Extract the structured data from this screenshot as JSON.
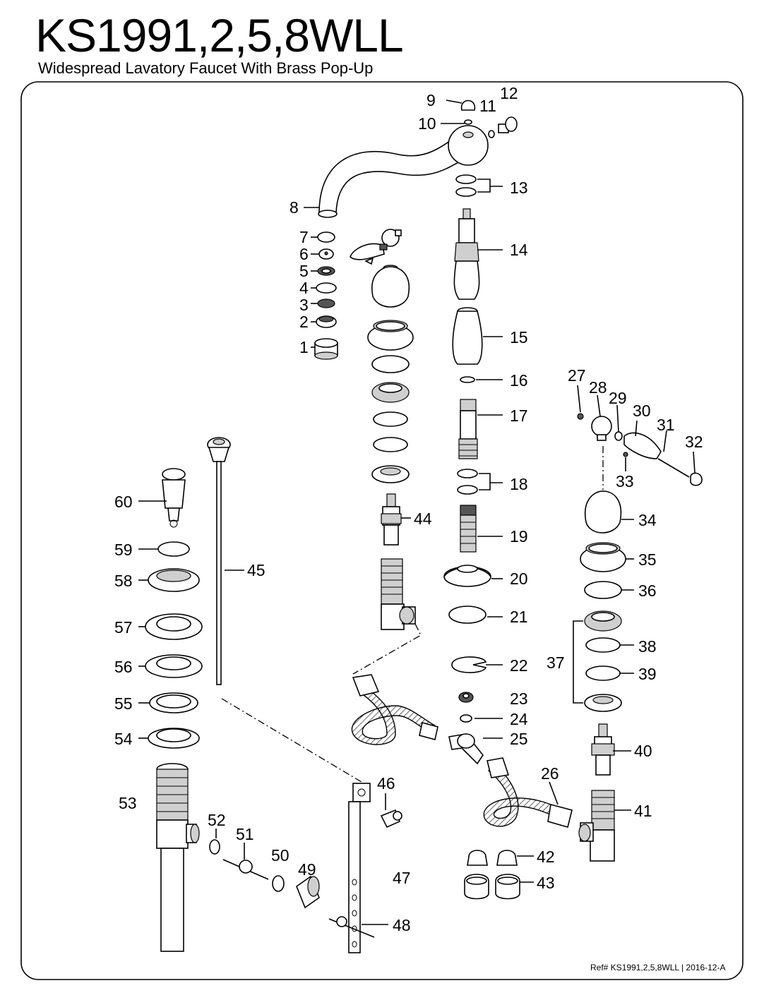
{
  "title": "KS1991,2,5,8WLL",
  "subtitle": "Widespread Lavatory Faucet With Brass Pop-Up",
  "ref_note": "Ref# KS1991,2,5,8WLL | 2016-12-A",
  "part_labels": [
    "1",
    "2",
    "3",
    "4",
    "5",
    "6",
    "7",
    "8",
    "9",
    "10",
    "11",
    "12",
    "13",
    "14",
    "15",
    "16",
    "17",
    "18",
    "19",
    "20",
    "21",
    "22",
    "23",
    "24",
    "25",
    "26",
    "27",
    "28",
    "29",
    "30",
    "31",
    "32",
    "33",
    "34",
    "35",
    "36",
    "37",
    "38",
    "39",
    "40",
    "41",
    "42",
    "43",
    "44",
    "45",
    "46",
    "47",
    "48",
    "49",
    "50",
    "51",
    "52",
    "53",
    "54",
    "55",
    "56",
    "57",
    "58",
    "59",
    "60"
  ]
}
